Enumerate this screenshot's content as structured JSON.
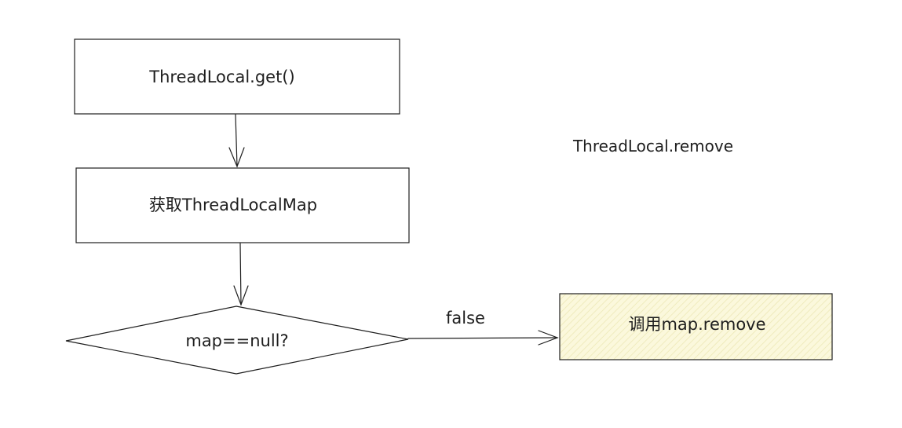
{
  "diagram": {
    "nodes": {
      "get": {
        "label": "ThreadLocal.get()"
      },
      "getMap": {
        "label": "获取ThreadLocalMap"
      },
      "mapNull": {
        "label": "map==null?"
      },
      "callRemove": {
        "label": "调用map.remove",
        "fill": "#fbf8dc",
        "hatch": "#ece7b4"
      }
    },
    "title_label": "ThreadLocal.remove",
    "edges": {
      "false_label": "false"
    },
    "colors": {
      "stroke": "#1e1e1e",
      "background": "#ffffff"
    }
  }
}
